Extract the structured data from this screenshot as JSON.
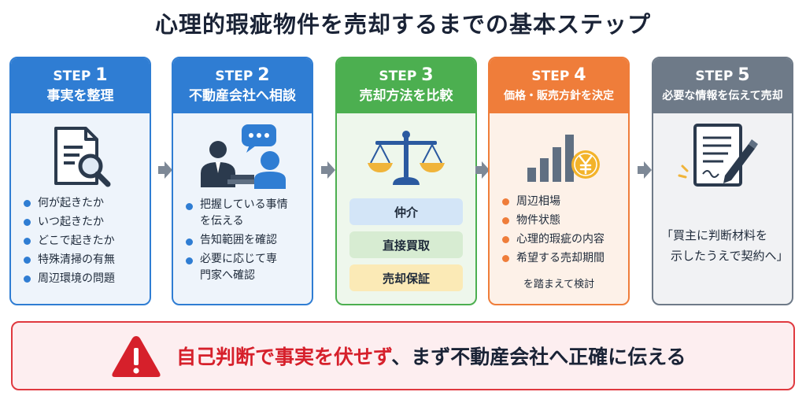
{
  "title": "心理的瑕疵物件を売却するまでの基本ステップ",
  "colors": {
    "step1": "#2f7dd3",
    "step2": "#2f7dd3",
    "step3": "#4caf50",
    "step4": "#ef7d3a",
    "step5": "#6e7a88",
    "warning": "#e0393f"
  },
  "steps": [
    {
      "step": "STEP",
      "num": "1",
      "title": "事実を整理",
      "icon": "document-search-icon",
      "bullets": [
        "何が起きたか",
        "いつ起きたか",
        "どこで起きたか",
        "特殊清掃の有無",
        "周辺環境の問題"
      ]
    },
    {
      "step": "STEP",
      "num": "2",
      "title": "不動産会社へ相談",
      "icon": "consultation-icon",
      "bullets": [
        "把握している事情を伝える",
        "告知範囲を確認",
        "必要に応じて専門家へ確認"
      ]
    },
    {
      "step": "STEP",
      "num": "3",
      "title": "売却方法を比較",
      "icon": "scale-icon",
      "methods": [
        "仲介",
        "直接買取",
        "売却保証"
      ]
    },
    {
      "step": "STEP",
      "num": "4",
      "title": "価格・販売方針を決定",
      "icon": "price-chart-yen-icon",
      "bullets": [
        "周辺相場",
        "物件状態",
        "心理的瑕疵の内容",
        "希望する売却期間"
      ],
      "note": "を踏まえて検討"
    },
    {
      "step": "STEP",
      "num": "5",
      "title": "必要な情報を伝えて売却",
      "icon": "contract-sign-icon",
      "quote_line1": "「買主に判断材料を",
      "quote_line2": "示したうえで契約へ」"
    }
  ],
  "warning": {
    "icon": "warning-triangle-icon",
    "text_red": "自己判断で事実を伏せず",
    "text_rest": "、まず不動産会社へ正確に伝える"
  }
}
